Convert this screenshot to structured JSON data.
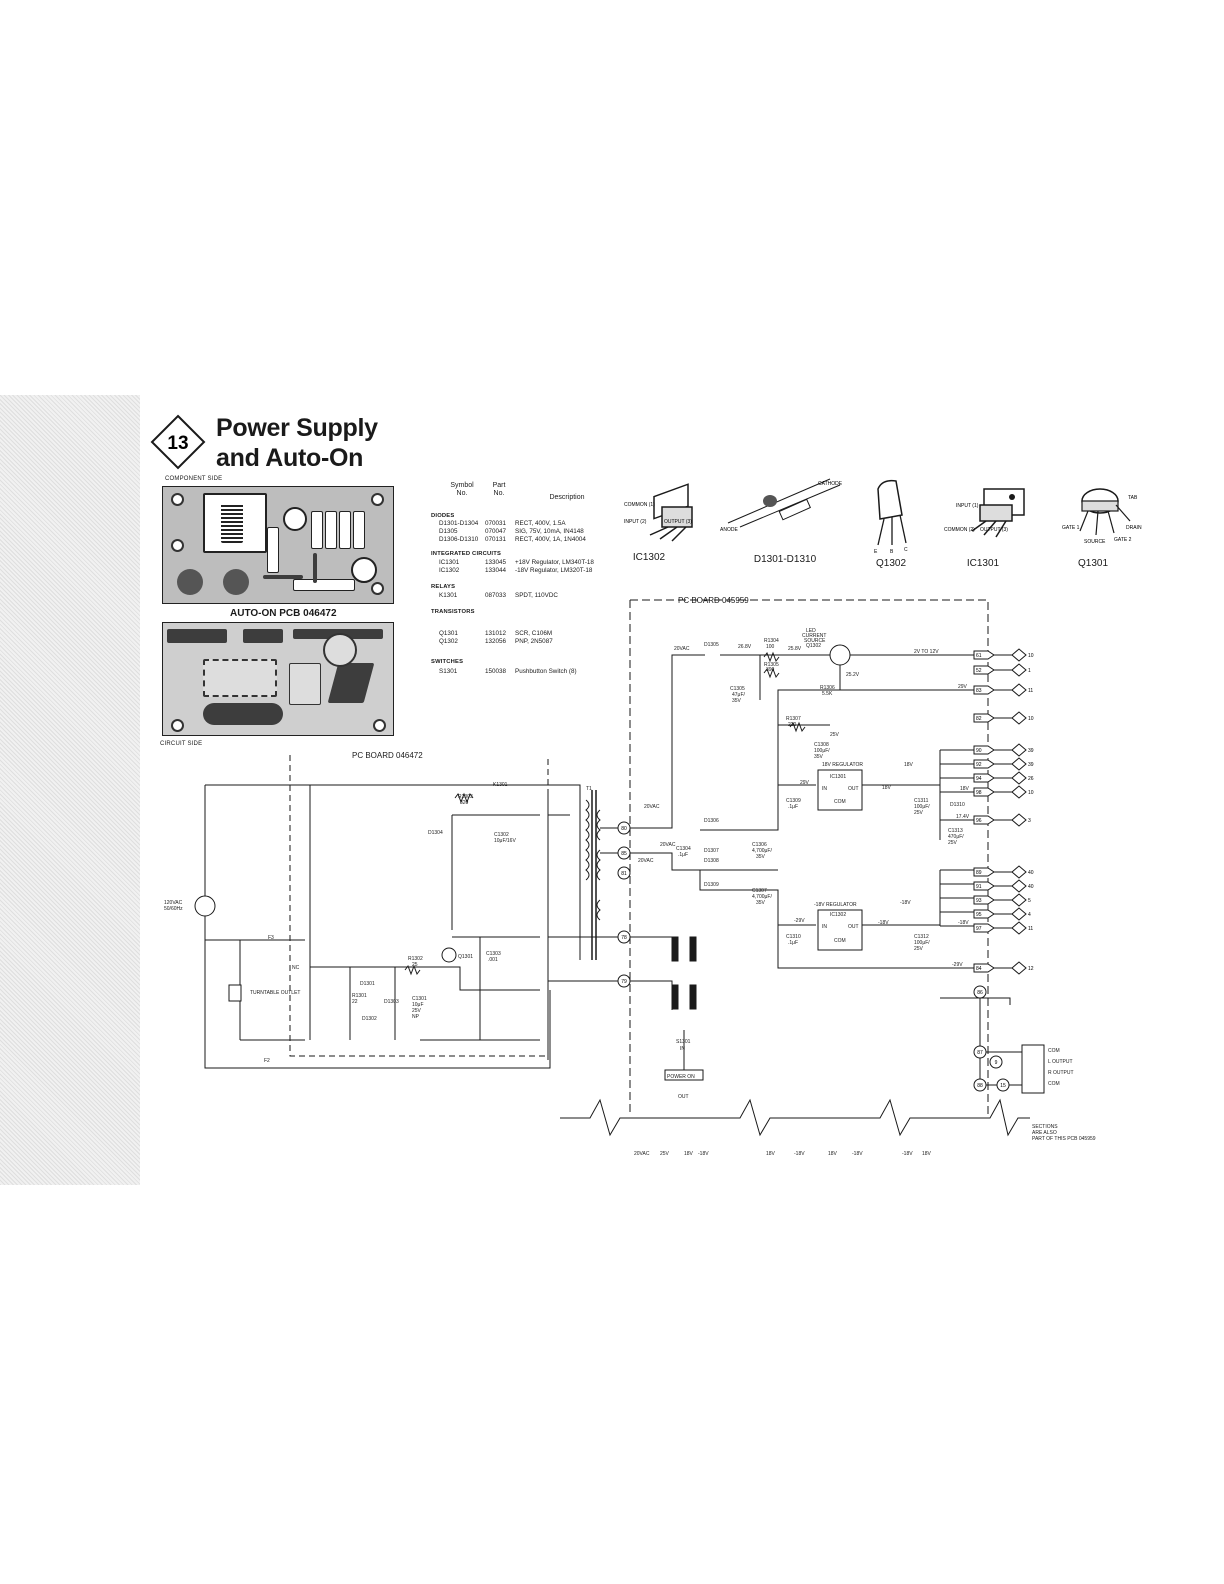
{
  "header": {
    "section_number": "13",
    "title_line1": "Power Supply",
    "title_line2": "and Auto-On"
  },
  "pcb": {
    "component_side_label": "COMPONENT SIDE",
    "circuit_side_label": "CIRCUIT SIDE",
    "board_title": "AUTO-ON PCB 046472"
  },
  "parts_list": {
    "col_symbol": "Symbol No.",
    "col_part": "Part No.",
    "col_description": "Description",
    "categories": [
      {
        "name": "DIODES",
        "items": [
          {
            "symbol": "D1301-D1304",
            "part": "070031",
            "desc": "RECT, 400V, 1.5A"
          },
          {
            "symbol": "D1305",
            "part": "070047",
            "desc": "SIG, 75V, 10mA, IN4148"
          },
          {
            "symbol": "D1306-D1310",
            "part": "070131",
            "desc": "RECT, 400V, 1A, 1N4004"
          }
        ]
      },
      {
        "name": "INTEGRATED CIRCUITS",
        "items": [
          {
            "symbol": "IC1301",
            "part": "133045",
            "desc": "+18V Regulator, LM340T-18"
          },
          {
            "symbol": "IC1302",
            "part": "133044",
            "desc": "-18V Regulator, LM320T-18"
          }
        ]
      },
      {
        "name": "RELAYS",
        "items": [
          {
            "symbol": "K1301",
            "part": "087033",
            "desc": "SPDT, 110VDC"
          }
        ]
      },
      {
        "name": "TRANSISTORS",
        "items": [
          {
            "symbol": "Q1301",
            "part": "131012",
            "desc": "SCR, C106M"
          },
          {
            "symbol": "Q1302",
            "part": "132056",
            "desc": "PNP, 2N5087"
          }
        ]
      },
      {
        "name": "SWITCHES",
        "items": [
          {
            "symbol": "S1301",
            "part": "150038",
            "desc": "Pushbutton Switch (8)"
          }
        ]
      }
    ]
  },
  "packages": {
    "ic1302": {
      "caption": "IC1302",
      "pins": [
        "COMMON (1)",
        "INPUT (2)",
        "OUTPUT (3)"
      ]
    },
    "diode": {
      "caption": "D1301-D1310",
      "pins": [
        "CATHODE",
        "ANODE"
      ]
    },
    "q1302": {
      "caption": "Q1302",
      "pins": [
        "E",
        "B",
        "C"
      ]
    },
    "ic1301": {
      "caption": "IC1301",
      "pins": [
        "INPUT (1)",
        "COMMON (2)",
        "OUTPUT (3)"
      ]
    },
    "q1301": {
      "caption": "Q1301",
      "pins": [
        "TAB",
        "GATE 1",
        "DRAIN",
        "SOURCE",
        "GATE 2"
      ]
    }
  },
  "schematic": {
    "pc_board_main": "PC BOARD 045959",
    "pc_board_auto": "PC BOARD 046472",
    "led_source": [
      "LED",
      "CURRENT",
      "SOURCE",
      "Q1302"
    ],
    "outlet": "TURNTABLE OUTLET",
    "mains": [
      "120VAC",
      "50/60Hz"
    ],
    "regulator_pos": {
      "title": "18V REGULATOR",
      "ref": "IC1301",
      "in": "IN",
      "out": "OUT",
      "com": "COM"
    },
    "regulator_neg": {
      "title": "-18V REGULATOR",
      "ref": "IC1302",
      "in": "IN",
      "out": "OUT",
      "com": "COM"
    },
    "power_on": "POWER ON",
    "switch_label": [
      "S1301",
      "IN"
    ],
    "out_label": "OUT",
    "sections_note": [
      "SECTIONS",
      "ARE ALSO",
      "PART OF THIS PCB 045959"
    ],
    "output_connector": [
      "COM",
      "L OUTPUT",
      "R OUTPUT",
      "COM"
    ],
    "bottom_voltages": [
      "20VAC",
      "25V",
      "18V",
      "-18V",
      "18V",
      "-18V",
      "18V",
      "-18V",
      "-18V",
      "18V"
    ],
    "components": {
      "k1301": "K1301",
      "r1303": [
        "R1303",
        "820"
      ],
      "c1302": [
        "C1302",
        "10μF/16V"
      ],
      "d1304": "D1304",
      "d1301": "D1301",
      "d1302": "D1302",
      "d1303": "D1303",
      "r1301": [
        "R1301",
        "22"
      ],
      "r1302": [
        "R1302",
        "25"
      ],
      "q1301": "Q1301",
      "c1301": [
        "C1301",
        "10μF",
        "25V",
        "NP"
      ],
      "c1303": [
        "C1303",
        ".001"
      ],
      "t1": "T1",
      "f1": "F3",
      "f2": "F2",
      "nc": "NC",
      "d1305": "D1305",
      "r1304": [
        "R1304",
        "100"
      ],
      "r1305": [
        "R1305",
        "390"
      ],
      "r1306": [
        "R1306",
        "5.5K"
      ],
      "c1305": [
        "C1305",
        "47μF/",
        "35V"
      ],
      "r1307": [
        "R1307",
        "220"
      ],
      "c1308": [
        "C1308",
        "100μF/",
        "35V"
      ],
      "c1309": [
        "C1309",
        ".1μF"
      ],
      "c1311": [
        "C1311",
        "100μF/",
        "25V"
      ],
      "d1310": "D1310",
      "c1313": [
        "C1313",
        "470μF/",
        "25V"
      ],
      "d1306": "D1306",
      "d1307": "D1307",
      "d1308": "D1308",
      "d1309": "D1309",
      "c1304": [
        "C1304",
        ".1μF"
      ],
      "c1306": [
        "C1306",
        "4,700μF/",
        "35V"
      ],
      "c1307": [
        "C1307",
        "4,700μF/",
        "35V"
      ],
      "c1310": [
        "C1310",
        ".1μF"
      ],
      "c1312": [
        "C1312",
        "100μF/",
        "25V"
      ]
    },
    "voltages": {
      "v20vac": "20VAC",
      "v26_8": "26.8V",
      "v25_8": "25.8V",
      "v25_2": "25.2V",
      "v2to12": "2V TO 12V",
      "v29": "29V",
      "v25": "25V",
      "v18": "18V",
      "v17_4": "17.4V",
      "vm29": "-29V",
      "vm18": "-18V"
    },
    "right_terminals": [
      {
        "node": "61",
        "dest": "10"
      },
      {
        "node": "52",
        "dest": "1"
      },
      {
        "node": "83",
        "dest": "11"
      },
      {
        "node": "82",
        "dest": "10"
      },
      {
        "node": "90",
        "dest": "39"
      },
      {
        "node": "92",
        "dest": "39"
      },
      {
        "node": "94",
        "dest": "26"
      },
      {
        "node": "98",
        "dest": "10"
      },
      {
        "node": "96",
        "dest": "3"
      },
      {
        "node": "89",
        "dest": "40"
      },
      {
        "node": "91",
        "dest": "40"
      },
      {
        "node": "93",
        "dest": "5"
      },
      {
        "node": "95",
        "dest": "4"
      },
      {
        "node": "97",
        "dest": "11"
      },
      {
        "node": "84",
        "dest": "12"
      }
    ],
    "misc_nodes": [
      "86",
      "87",
      "88",
      "78",
      "79",
      "80",
      "85",
      "81",
      "15",
      "9"
    ]
  },
  "colors": {
    "ink": "#1a1a1a",
    "board": "#bdbdbd",
    "trace": "#3d3d3d",
    "paper": "#ffffff"
  }
}
